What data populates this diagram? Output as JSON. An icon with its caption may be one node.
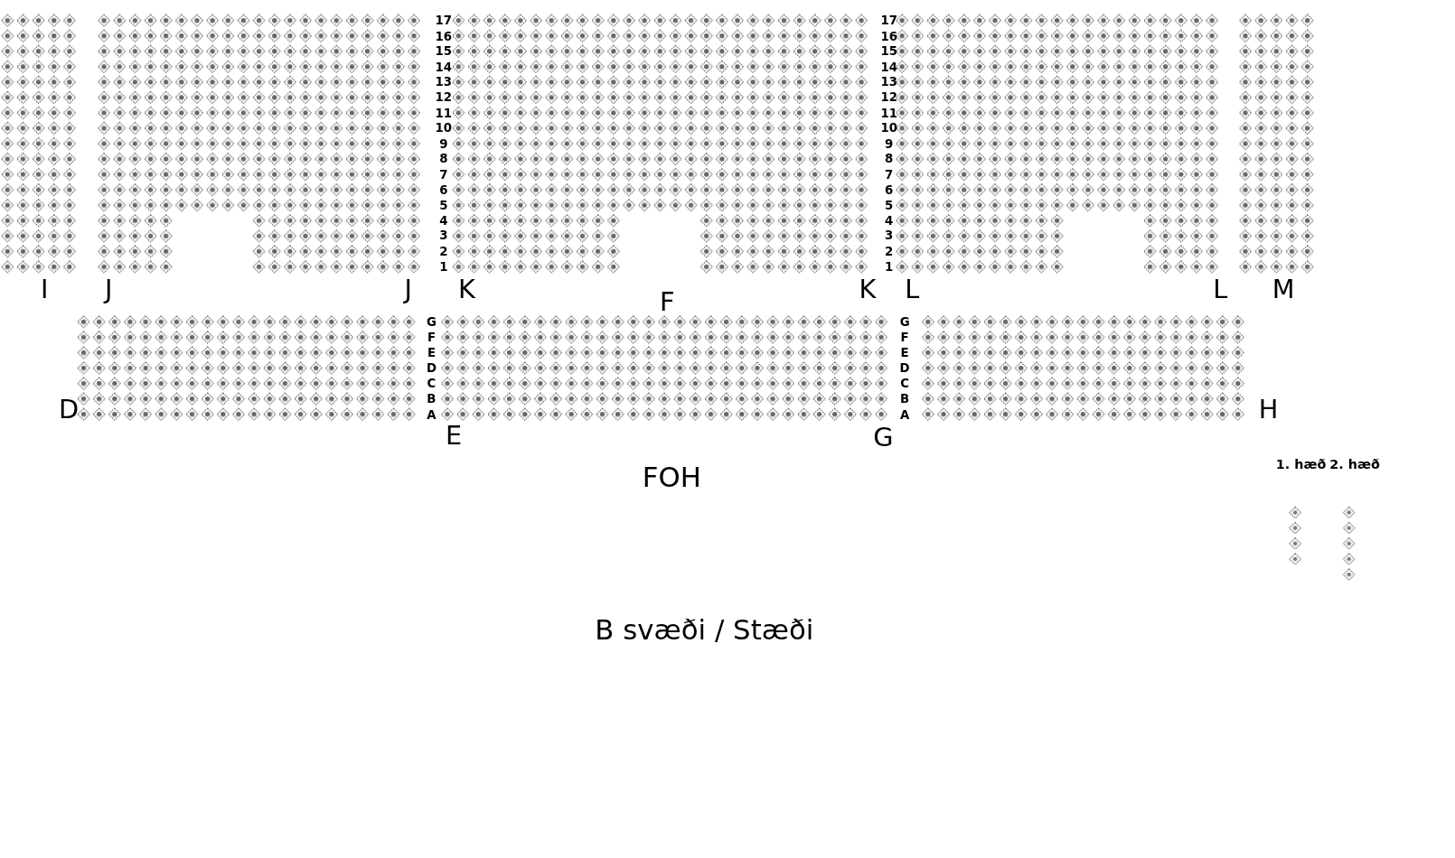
{
  "diagram": {
    "labels": [
      "17",
      "16",
      "15",
      "14",
      "13",
      "12",
      "11",
      "10",
      "9",
      "8",
      "7",
      "6",
      "5",
      "4",
      "3",
      "2",
      "1",
      "17",
      "16",
      "15",
      "14",
      "13",
      "12",
      "11",
      "10",
      "9",
      "8",
      "7",
      "6",
      "5",
      "4",
      "3",
      "2",
      "1",
      "I",
      "J",
      "J",
      "K",
      "K",
      "L",
      "L",
      "M",
      "F",
      "G",
      "F",
      "E",
      "D",
      "C",
      "B",
      "A",
      "G",
      "F",
      "E",
      "D",
      "C",
      "B",
      "A",
      "D",
      "E",
      "G",
      "H",
      "FOH",
      "1. hæð",
      "2. hæð",
      "B svæði / Stæði"
    ]
  }
}
